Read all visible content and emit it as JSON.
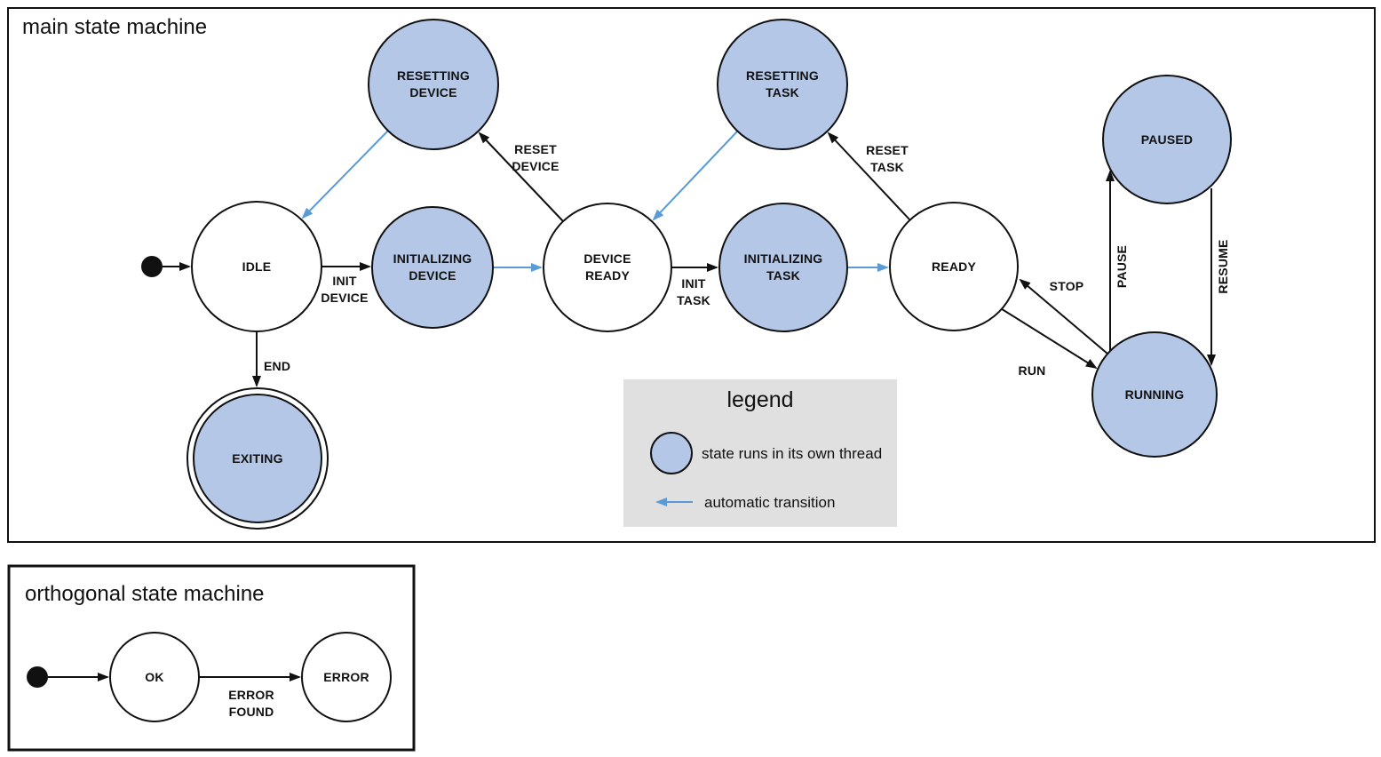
{
  "main": {
    "title": "main state machine",
    "states": {
      "resetting_device": {
        "l1": "RESETTING",
        "l2": "DEVICE"
      },
      "resetting_task": {
        "l1": "RESETTING",
        "l2": "TASK"
      },
      "paused": {
        "l1": "PAUSED"
      },
      "idle": {
        "l1": "IDLE"
      },
      "initializing_device": {
        "l1": "INITIALIZING",
        "l2": "DEVICE"
      },
      "device_ready": {
        "l1": "DEVICE",
        "l2": "READY"
      },
      "initializing_task": {
        "l1": "INITIALIZING",
        "l2": "TASK"
      },
      "ready": {
        "l1": "READY"
      },
      "running": {
        "l1": "RUNNING"
      },
      "exiting": {
        "l1": "EXITING"
      }
    },
    "transitions": {
      "init_device": {
        "l1": "INIT",
        "l2": "DEVICE"
      },
      "reset_device": {
        "l1": "RESET",
        "l2": "DEVICE"
      },
      "init_task": {
        "l1": "INIT",
        "l2": "TASK"
      },
      "reset_task": {
        "l1": "RESET",
        "l2": "TASK"
      },
      "end": {
        "l1": "END"
      },
      "stop": {
        "l1": "STOP"
      },
      "run": {
        "l1": "RUN"
      },
      "pause": {
        "l1": "PAUSE"
      },
      "resume": {
        "l1": "RESUME"
      }
    }
  },
  "legend": {
    "title": "legend",
    "thread_label": "state runs in its own thread",
    "auto_label": "automatic transition"
  },
  "orthogonal": {
    "title": "orthogonal state machine",
    "states": {
      "ok": {
        "l1": "OK"
      },
      "error": {
        "l1": "ERROR"
      }
    },
    "transitions": {
      "error_found": {
        "l1": "ERROR",
        "l2": "FOUND"
      }
    }
  },
  "colors": {
    "thread_fill": "#b4c7e7",
    "auto_arrow": "#5b9bd5",
    "legend_bg": "#e0e0e0",
    "line": "#111111"
  }
}
